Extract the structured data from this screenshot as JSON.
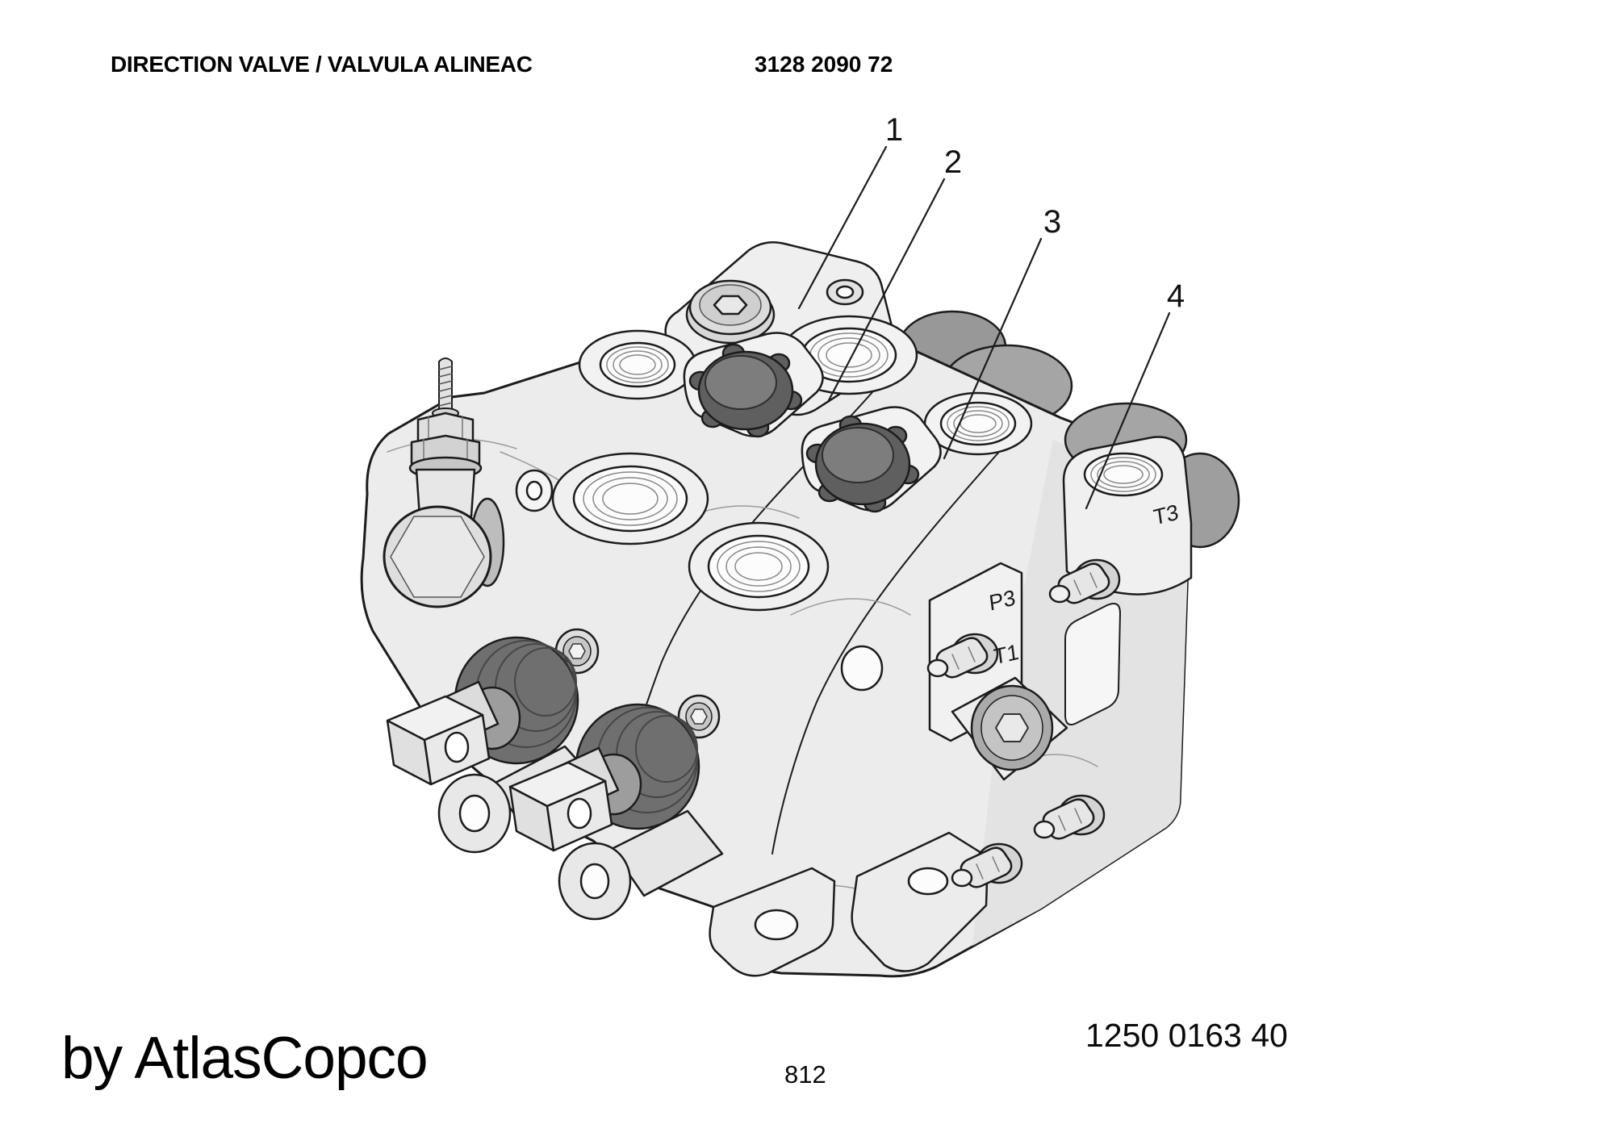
{
  "page": {
    "title": "DIRECTION VALVE / VALVULA ALINEAC",
    "part_number": "3128 2090 72",
    "reference_number": "1250 0163 40",
    "page_number": "812",
    "brand_line": "by AtlasCopco"
  },
  "illustration": {
    "type": "isometric-parts-diagram",
    "subject": "3-section hydraulic direction valve block with two spool handles",
    "callouts": [
      {
        "label": "1"
      },
      {
        "label": "2"
      },
      {
        "label": "3"
      },
      {
        "label": "4"
      }
    ],
    "port_labels": {
      "p3": "P3",
      "t1": "T1",
      "t3": "T3"
    },
    "colors": {
      "outline": "#1c1c1c",
      "body": "#ececec",
      "boss": "#f2f2f2",
      "shade": "#e0e0e0",
      "dome": "#a5a5a5",
      "knob_side": "#5f5f5f",
      "knob_top": "#7d7d7d",
      "boot": "#6f6f6f",
      "paper": "#ffffff"
    }
  }
}
